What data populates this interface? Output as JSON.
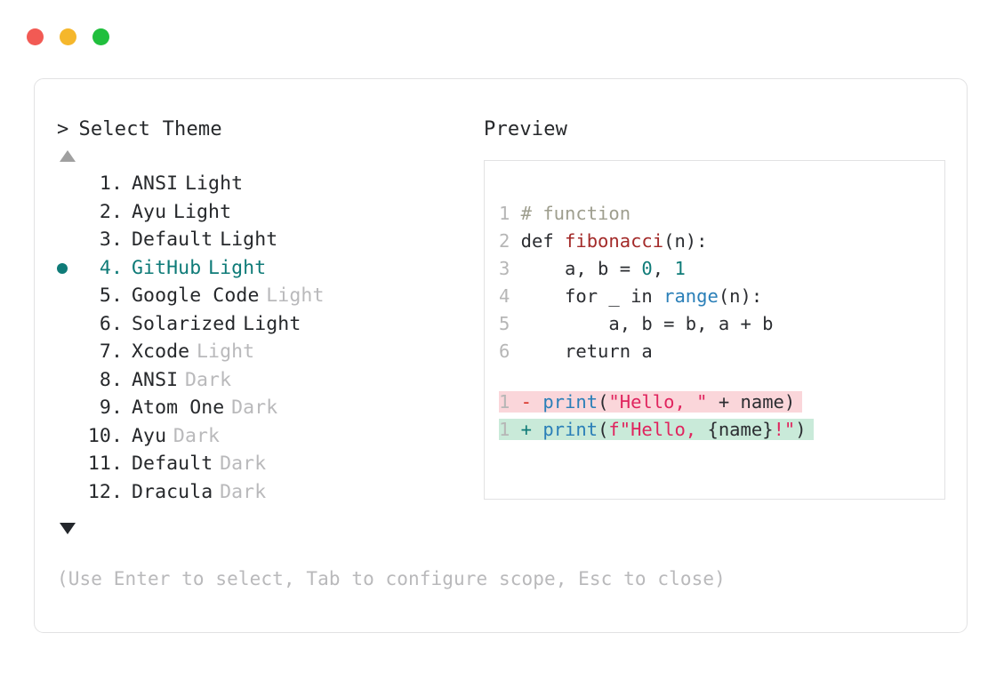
{
  "window": {
    "traffic_lights": [
      {
        "name": "close",
        "color": "#f25a54"
      },
      {
        "name": "minimize",
        "color": "#f5b72c"
      },
      {
        "name": "maximize",
        "color": "#20bf3d"
      }
    ]
  },
  "selector": {
    "prompt_caret": ">",
    "title": "Select Theme",
    "scroll_up": "▲",
    "scroll_down": "▼",
    "selected_index": 4,
    "items": [
      {
        "index": "1.",
        "name": "ANSI",
        "variant": "Light",
        "variant_muted": false,
        "selected": false
      },
      {
        "index": "2.",
        "name": "Ayu",
        "variant": "Light",
        "variant_muted": false,
        "selected": false
      },
      {
        "index": "3.",
        "name": "Default",
        "variant": "Light",
        "variant_muted": false,
        "selected": false
      },
      {
        "index": "4.",
        "name": "GitHub",
        "variant": "Light",
        "variant_muted": false,
        "selected": true
      },
      {
        "index": "5.",
        "name": "Google Code",
        "variant": "Light",
        "variant_muted": true,
        "selected": false
      },
      {
        "index": "6.",
        "name": "Solarized",
        "variant": "Light",
        "variant_muted": false,
        "selected": false
      },
      {
        "index": "7.",
        "name": "Xcode",
        "variant": "Light",
        "variant_muted": true,
        "selected": false
      },
      {
        "index": "8.",
        "name": "ANSI",
        "variant": "Dark",
        "variant_muted": true,
        "selected": false
      },
      {
        "index": "9.",
        "name": "Atom One",
        "variant": "Dark",
        "variant_muted": true,
        "selected": false
      },
      {
        "index": "10.",
        "name": "Ayu",
        "variant": "Dark",
        "variant_muted": true,
        "selected": false
      },
      {
        "index": "11.",
        "name": "Default",
        "variant": "Dark",
        "variant_muted": true,
        "selected": false
      },
      {
        "index": "12.",
        "name": "Dracula",
        "variant": "Dark",
        "variant_muted": true,
        "selected": false
      }
    ]
  },
  "preview": {
    "label": "Preview",
    "code_lines": [
      {
        "ln": "1",
        "tokens": [
          {
            "t": "# function",
            "c": "comment"
          }
        ]
      },
      {
        "ln": "2",
        "tokens": [
          {
            "t": "def ",
            "c": "plain"
          },
          {
            "t": "fibonacci",
            "c": "fn"
          },
          {
            "t": "(n):",
            "c": "plain"
          }
        ]
      },
      {
        "ln": "3",
        "tokens": [
          {
            "t": "    a, b = ",
            "c": "plain"
          },
          {
            "t": "0",
            "c": "num"
          },
          {
            "t": ", ",
            "c": "plain"
          },
          {
            "t": "1",
            "c": "num"
          }
        ]
      },
      {
        "ln": "4",
        "tokens": [
          {
            "t": "    for _ in ",
            "c": "plain"
          },
          {
            "t": "range",
            "c": "builtin"
          },
          {
            "t": "(n):",
            "c": "plain"
          }
        ]
      },
      {
        "ln": "5",
        "tokens": [
          {
            "t": "        a, b = b, a + b",
            "c": "plain"
          }
        ]
      },
      {
        "ln": "6",
        "tokens": [
          {
            "t": "    return a",
            "c": "plain"
          }
        ]
      }
    ],
    "diff_lines": [
      {
        "ln": "1",
        "kind": "del",
        "marker": "-",
        "tokens": [
          {
            "t": "print",
            "c": "builtin"
          },
          {
            "t": "(",
            "c": "plain"
          },
          {
            "t": "\"Hello, \"",
            "c": "str"
          },
          {
            "t": " + name)",
            "c": "plain"
          }
        ]
      },
      {
        "ln": "1",
        "kind": "ins",
        "marker": "+",
        "tokens": [
          {
            "t": "print",
            "c": "builtin"
          },
          {
            "t": "(",
            "c": "plain"
          },
          {
            "t": "f\"Hello, ",
            "c": "str"
          },
          {
            "t": "{name}",
            "c": "plain"
          },
          {
            "t": "!\"",
            "c": "str"
          },
          {
            "t": ")",
            "c": "plain"
          }
        ]
      }
    ]
  },
  "footer": {
    "hint": "(Use Enter to select, Tab to configure scope, Esc to close)"
  },
  "colors": {
    "accent_teal": "#0f7b78",
    "muted_gray": "#b9b9bb",
    "text": "#26282b",
    "border": "#e2e2e3",
    "diff_del_bg": "#fad6da",
    "diff_ins_bg": "#c9ead9"
  }
}
